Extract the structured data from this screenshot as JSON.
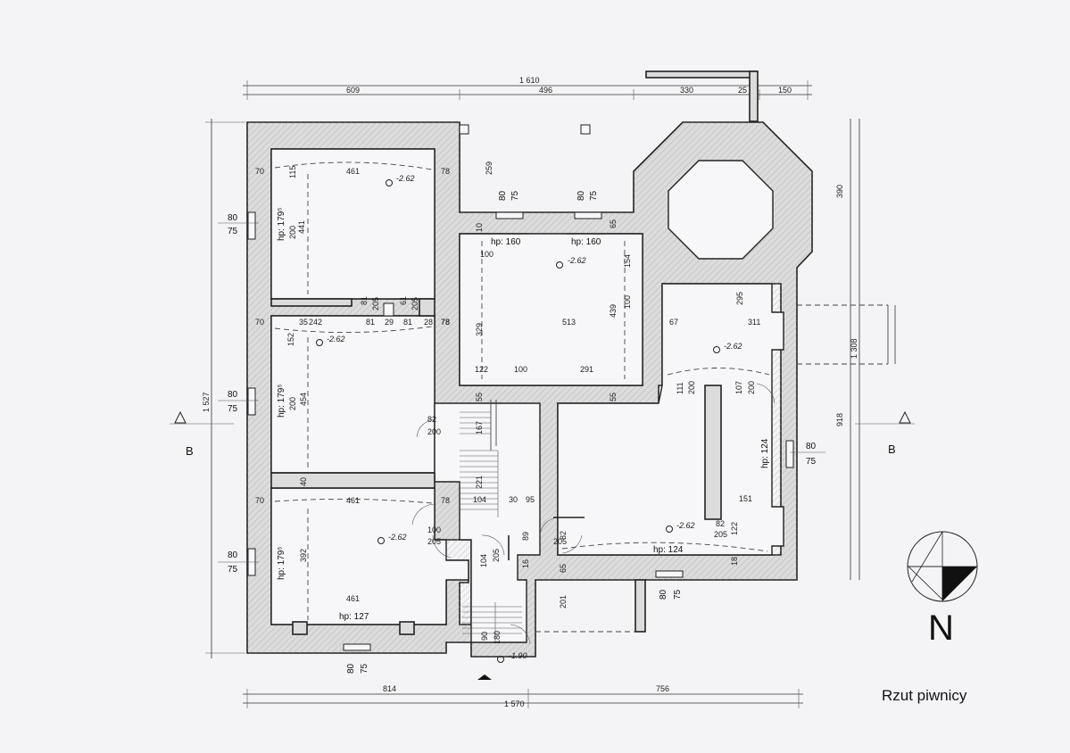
{
  "title": "Rzut piwnicy",
  "north_label": "N",
  "section_label": "B",
  "dims_top": {
    "total": "1 610",
    "a": "609",
    "b": "496",
    "c": "330",
    "d": "25",
    "e": "150"
  },
  "dims_bottom": {
    "total": "1 570",
    "a": "814",
    "b": "756"
  },
  "dims_left": {
    "total": "1 527"
  },
  "dims_right": {
    "a": "390",
    "b": "1 308",
    "c": "918"
  },
  "levels": {
    "floor": "-2.62",
    "entry": "-1.90"
  },
  "heights": {
    "hp179": "hp: 179⁵",
    "hp160": "hp: 160",
    "hp124": "hp: 124",
    "hp127": "hp: 127"
  },
  "window_w": "80",
  "window_h": "75",
  "room_dims": {
    "r1_w": "461",
    "r1_h": "441",
    "r1_wall": "70",
    "r1_in": "115",
    "r1_part": "78",
    "r2_w": "242",
    "r2_h": "454",
    "r2_a": "152",
    "r2_b": "35",
    "r2_c": "81",
    "r2_d": "29",
    "r2_e": "81",
    "r2_f": "28",
    "r2_part": "78",
    "r3_w": "461",
    "r3_h": "392",
    "r3_bot": "461",
    "r3_part": "78",
    "c_w": "513",
    "c_h": "329",
    "c_a": "122",
    "c_b": "100",
    "c_c": "291",
    "c_d": "439",
    "c_e": "154",
    "c_f": "100",
    "c_top": "259",
    "c_win": "10",
    "c_g": "65",
    "c_h2": "55",
    "c_i": "55",
    "e_w": "311",
    "e_a": "295",
    "e_b": "67",
    "e_c": "151",
    "e_d": "122",
    "e_e": "18",
    "e_f": "82",
    "st_a": "104",
    "st_b": "30",
    "st_c": "95",
    "st_d": "221",
    "st_e": "167",
    "st_f": "89",
    "st_g": "16",
    "st_h": "65",
    "st_i": "201",
    "st_j": "104",
    "d_a": "82",
    "d_b": "200",
    "d_c": "100",
    "d_d": "205",
    "d_e": "111",
    "d_f": "200",
    "d_g": "107",
    "d_h": "200",
    "d_i": "205",
    "d_j": "82",
    "d_k": "205",
    "d_l": "90",
    "d_m": "180",
    "d_n": "40",
    "d_o": "81",
    "d_p": "205",
    "d_q": "61",
    "d_r": "205",
    "d_s": "200",
    "d_t": "100"
  }
}
